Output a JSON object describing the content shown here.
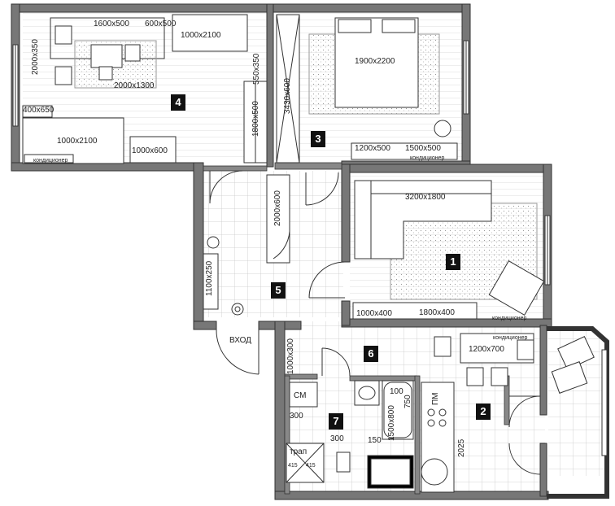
{
  "rooms": [
    {
      "id": "1",
      "number": "1"
    },
    {
      "id": "2",
      "number": "2"
    },
    {
      "id": "3",
      "number": "3"
    },
    {
      "id": "4",
      "number": "4"
    },
    {
      "id": "5",
      "number": "5"
    },
    {
      "id": "6",
      "number": "6"
    },
    {
      "id": "7",
      "number": "7"
    }
  ],
  "labels": {
    "room4_wardrobe_top": "1600x500",
    "room4_shelf": "600x500",
    "room4_bed_top": "1000x2100",
    "room4_left_wall": "2000x350",
    "room4_right_small": "550x350",
    "room4_rug": "2000x1300",
    "room4_desk_small": "400x650",
    "room4_wardrobe_mid": "1800x500",
    "room4_bed_bottom": "1000x2100",
    "room4_cabinet": "1000x600",
    "room4_ac": "кондиционер",
    "room3_bed": "1900x2200",
    "room3_wardrobe": "3430x600",
    "room3_chest1": "1200x500",
    "room3_chest2": "1500x500",
    "room3_ac": "кондиционер",
    "room5_wardrobe": "2000x600",
    "room5_shelf": "1100x250",
    "room5_entrance": "ВХОД",
    "room1_sofa": "3200x1800",
    "room1_cab1": "1000x400",
    "room1_cab2": "1800x400",
    "room1_ac": "кондиционер",
    "room6_shelf": "1000x300",
    "room2_table": "1200x700",
    "room2_ac": "кондиционер",
    "room2_dim": "2025",
    "room2_fridge": "ПМ",
    "room7_washer": "СМ",
    "room7_d300a": "300",
    "room7_d300b": "300",
    "room7_d150": "150",
    "room7_d100": "100",
    "room7_d750": "750",
    "room7_bath": "1500x800",
    "room7_trap": "трап",
    "room7_d415a": "415",
    "room7_d415b": "415"
  }
}
